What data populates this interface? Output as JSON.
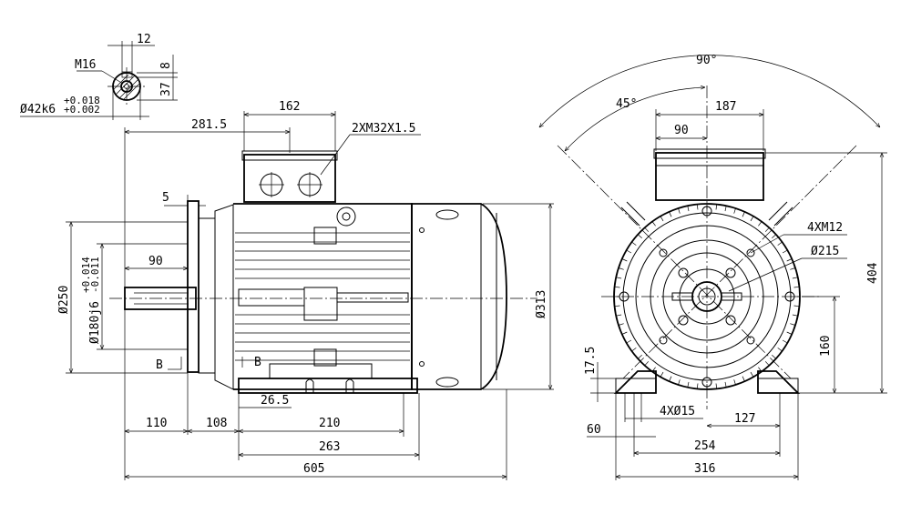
{
  "shaft_section": {
    "key_width": "12",
    "key_depth": "8",
    "shaft_height": "37",
    "thread": "M16",
    "diameter": "Ø42k6",
    "tol_upper": "+0.018",
    "tol_lower": "+0.002"
  },
  "side_view": {
    "flange_to_box": "281.5",
    "box_width": "162",
    "cable_glands": "2XM32X1.5",
    "flange_thickness": "5",
    "shaft_length": "90",
    "flange_dia": "Ø250",
    "spigot_dia": "Ø180j6",
    "spigot_tol_upper": "+0.014",
    "spigot_tol_lower": "-0.011",
    "body_dia": "Ø313",
    "section_label_left": "B",
    "section_label_right": "B",
    "foot_offset": "26.5",
    "dim_110": "110",
    "dim_108": "108",
    "dim_210": "210",
    "dim_263": "263",
    "dim_605": "605"
  },
  "end_view": {
    "angle_90": "90°",
    "angle_45": "45°",
    "box_width": "187",
    "box_half": "90",
    "flange_holes": "4XM12",
    "pcd": "Ø215",
    "height_total": "404",
    "shaft_height": "160",
    "foot_thickness": "17.5",
    "foot_holes": "4XØ15",
    "half_base": "127",
    "foot_width": "60",
    "base_holes": "254",
    "base_total": "316"
  }
}
